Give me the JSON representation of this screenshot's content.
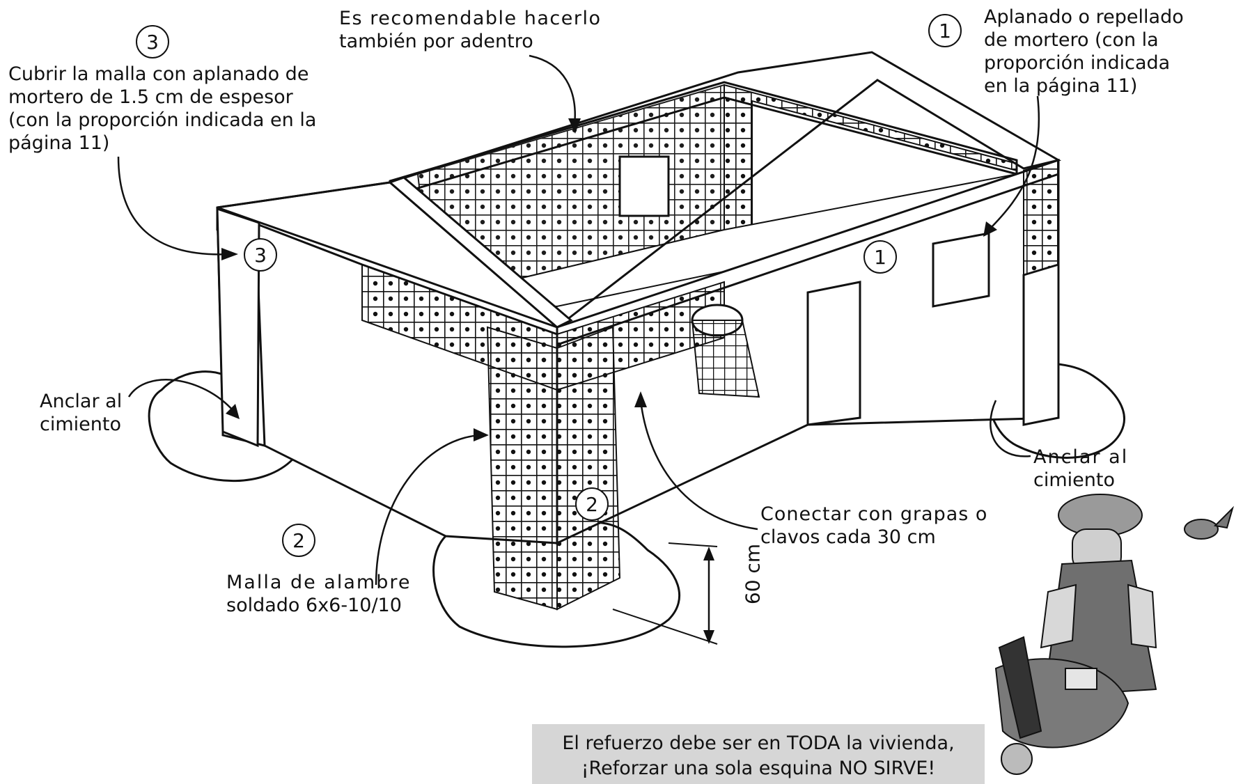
{
  "labels": {
    "top_center": [
      "Es recomendable hacerlo",
      "también por adentro"
    ],
    "top_left": [
      "Cubrir la malla con aplanado de",
      "mortero de 1.5 cm de espesor",
      "(con la proporción  indicada en la",
      "página 11)"
    ],
    "top_right": [
      "Aplanado o repellado",
      "de mortero (con la",
      "proporción  indicada",
      "en la página 11)"
    ],
    "left_anchor": [
      "Anclar al",
      "cimiento"
    ],
    "right_anchor": [
      "Anclar  al",
      "cimiento"
    ],
    "mesh": [
      "Malla  de  alambre",
      "soldado 6x6-10/10"
    ],
    "connect": [
      "Conectar  con  grapas  o",
      "clavos cada 30 cm"
    ],
    "dimension": "60 cm"
  },
  "markers": {
    "one": "1",
    "two": "2",
    "three": "3"
  },
  "note": [
    "El refuerzo debe ser en TODA la vivienda,",
    "¡Reforzar una sola esquina NO SIRVE!"
  ],
  "colors": {
    "ink": "#111111",
    "note_background": "#d6d6d6",
    "paper": "#ffffff"
  }
}
